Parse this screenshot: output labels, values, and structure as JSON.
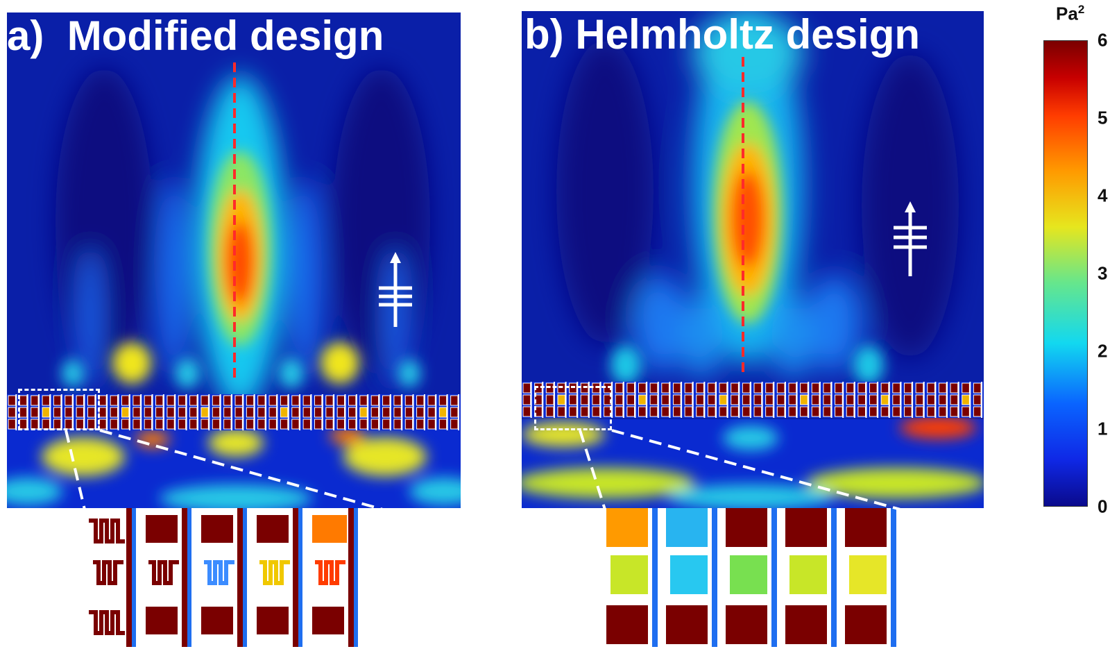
{
  "panels": [
    {
      "id": "a",
      "label": "a)",
      "title": "Modified design"
    },
    {
      "id": "b",
      "label": "b)",
      "title": "Helmholtz design"
    }
  ],
  "colorbar": {
    "unit_base": "Pa",
    "unit_exp": "2",
    "ticks": [
      "0",
      "1",
      "2",
      "3",
      "4",
      "5",
      "6"
    ],
    "min": 0,
    "max": 6
  },
  "colors": {
    "background_field": "#0a1fa8",
    "focus_line": "#ff2a2a",
    "cell_fill": "#7a0000",
    "annotation": "#ffffff"
  },
  "icons": [
    "plane-wave-arrow-icon",
    "focal-axis-line"
  ]
}
